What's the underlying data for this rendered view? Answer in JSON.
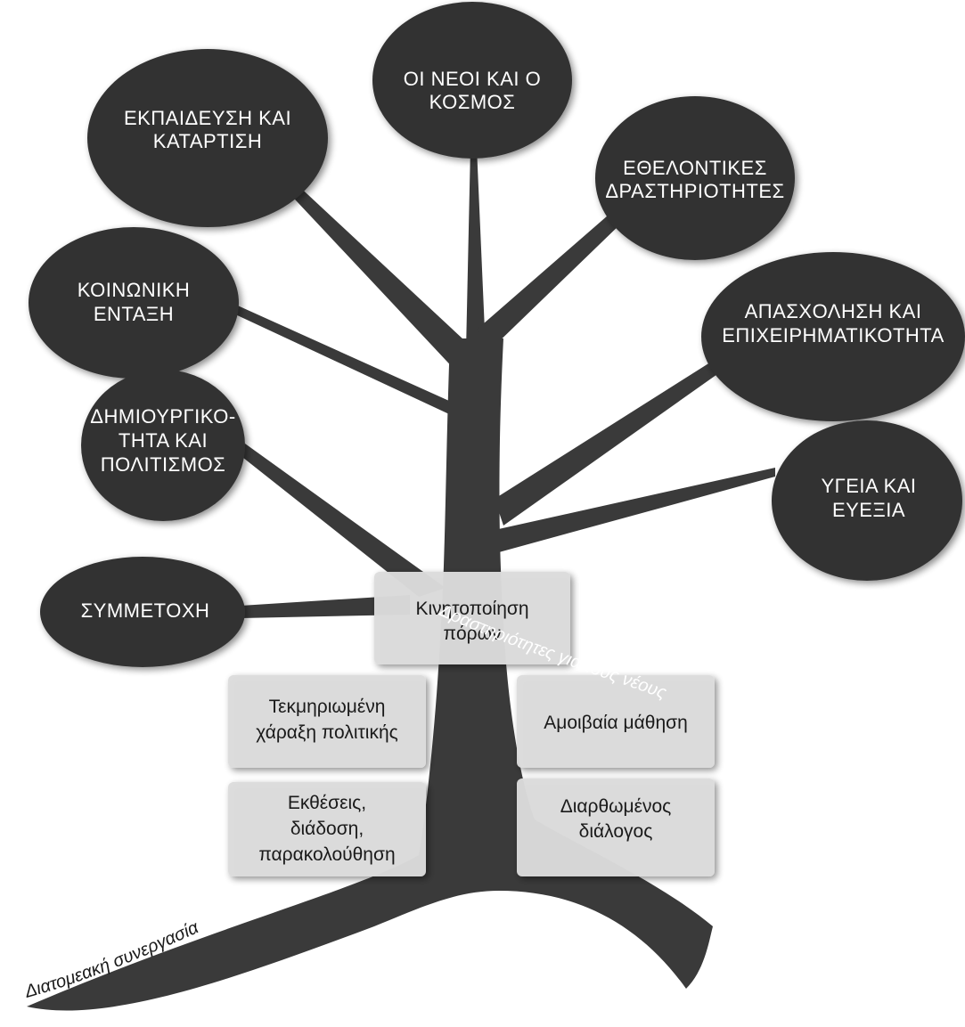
{
  "leaves": {
    "youth_world": [
      "ΟΙ ΝΕΟΙ ΚΑΙ Ο",
      "ΚΟΣΜΟΣ"
    ],
    "education": [
      "ΕΚΠΑΙΔΕΥΣΗ ΚΑΙ",
      "ΚΑΤΑΡΤΙΣΗ"
    ],
    "volunteering": [
      "ΕΘΕΛΟΝΤΙΚΕΣ",
      "ΔΡΑΣΤΗΡΙΟΤΗΤΕΣ"
    ],
    "social_inclusion": [
      "ΚΟΙΝΩΝΙΚΗ",
      "ΕΝΤΑΞΗ"
    ],
    "employment": [
      "ΑΠΑΣΧΟΛΗΣΗ ΚΑΙ",
      "ΕΠΙΧΕΙΡΗΜΑΤΙΚΟΤΗΤΑ"
    ],
    "creativity": [
      "ΔΗΜΙΟΥΡΓΙΚΟ-",
      "ΤΗΤΑ ΚΑΙ",
      "ΠΟΛΙΤΙΣΜΟΣ"
    ],
    "health": [
      "ΥΓΕΙΑ ΚΑΙ",
      "ΕΥΕΞΙΑ"
    ],
    "participation": [
      "ΣΥΜΜΕΤΟΧΗ"
    ]
  },
  "boxes": {
    "resources": [
      "Κινητοποίηση",
      "πόρων"
    ],
    "policy": [
      "Τεκμηριωμένη",
      "χάραξη πολιτικής"
    ],
    "learning": [
      "Αμοιβαία μάθηση"
    ],
    "reports": [
      "Εκθέσεις,",
      "διάδοση,",
      "παρακολούθηση"
    ],
    "dialogue": [
      "Διαρθωμένος",
      "διάλογος"
    ]
  },
  "roots": {
    "cross_sector": "Διατομεακή συνεργασία",
    "youth_activities": "Δραστηριότητες για τους νέους"
  },
  "colors": {
    "bubble": "#333333",
    "trunk": "#3a3a3a",
    "box_fill": "#dcdcdc",
    "bubble_text": "#ffffff",
    "box_text": "#1a1a1a"
  }
}
